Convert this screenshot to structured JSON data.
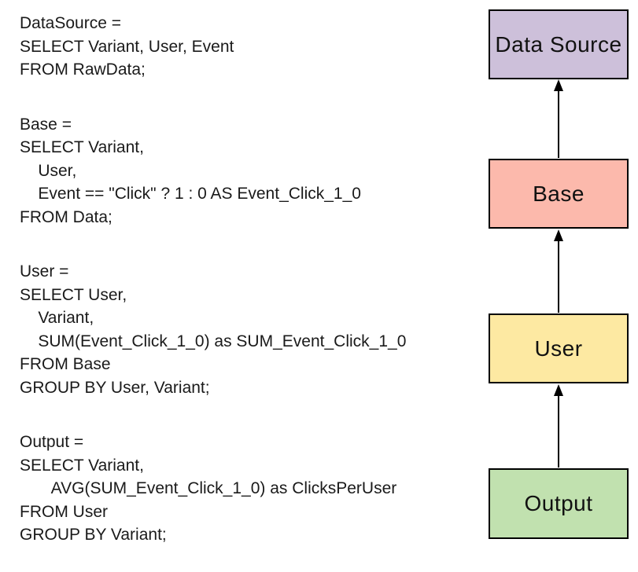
{
  "code_panel": {
    "text_color": "#1a1a1a",
    "blocks": [
      {
        "name": "datasource-query",
        "lines": [
          "DataSource =",
          "SELECT Variant, User, Event",
          "FROM RawData;"
        ]
      },
      {
        "name": "base-query",
        "lines": [
          "Base =",
          "SELECT Variant,",
          "    User,",
          "    Event == \"Click\" ? 1 : 0 AS Event_Click_1_0",
          "FROM Data;"
        ]
      },
      {
        "name": "user-query",
        "lines": [
          "User =",
          "SELECT User,",
          "    Variant,",
          "    SUM(Event_Click_1_0) as SUM_Event_Click_1_0",
          "FROM Base",
          "GROUP BY User, Variant;"
        ]
      },
      {
        "name": "output-query",
        "lines": [
          "Output =",
          "SELECT Variant,",
          "       AVG(SUM_Event_Click_1_0) as ClicksPerUser",
          "FROM User",
          "GROUP BY Variant;"
        ]
      }
    ]
  },
  "diagram": {
    "border_color": "#000000",
    "arrow_color": "#000000",
    "nodes": [
      {
        "label": "Data Source",
        "fill": "#cdc0da"
      },
      {
        "label": "Base",
        "fill": "#fcb9ac"
      },
      {
        "label": "User",
        "fill": "#fde9a2"
      },
      {
        "label": "Output",
        "fill": "#c1e1af"
      }
    ],
    "edges": [
      {
        "from": "Base",
        "to": "Data Source"
      },
      {
        "from": "User",
        "to": "Base"
      },
      {
        "from": "Output",
        "to": "User"
      }
    ]
  }
}
